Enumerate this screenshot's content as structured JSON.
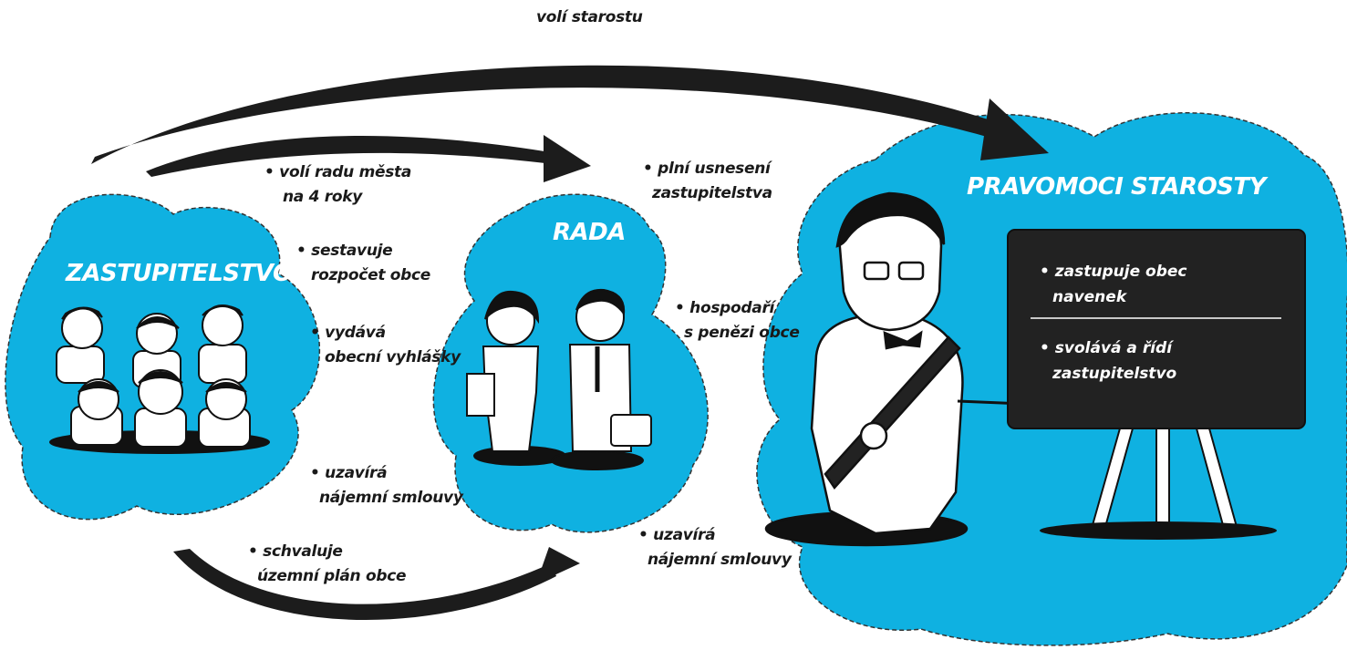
{
  "colors": {
    "cloud_fill": "#0fb1e1",
    "arrow": "#1c1c1c",
    "board": "#222222",
    "title_text": "#ffffff",
    "label_text": "#1a1a1a"
  },
  "arrows": {
    "top_label": "volí starostu"
  },
  "zastupitelstvo": {
    "title": "ZASTUPITELSTVO",
    "duties": [
      {
        "line1": "• volí radu města",
        "line2": "na 4 roky"
      },
      {
        "line1": "• sestavuje",
        "line2": "rozpočet obce"
      },
      {
        "line1": "• vydává",
        "line2": "obecní vyhlášky"
      },
      {
        "line1": "• uzavírá",
        "line2": "nájemní smlouvy"
      },
      {
        "line1": "• schvaluje",
        "line2": "územní plán obce"
      }
    ]
  },
  "rada": {
    "title": "RADA",
    "duties": [
      {
        "line1": "• plní usnesení",
        "line2": "zastupitelstva"
      },
      {
        "line1": "• hospodaří",
        "line2": "s penězi obce"
      },
      {
        "line1": "• uzavírá",
        "line2": "nájemní smlouvy"
      }
    ]
  },
  "starosta": {
    "title": "PRAVOMOCI STAROSTY",
    "board_items": [
      {
        "line1": "• zastupuje obec",
        "line2": "navenek"
      },
      {
        "line1": "• svolává a řídí",
        "line2": "zastupitelstvo"
      }
    ]
  }
}
